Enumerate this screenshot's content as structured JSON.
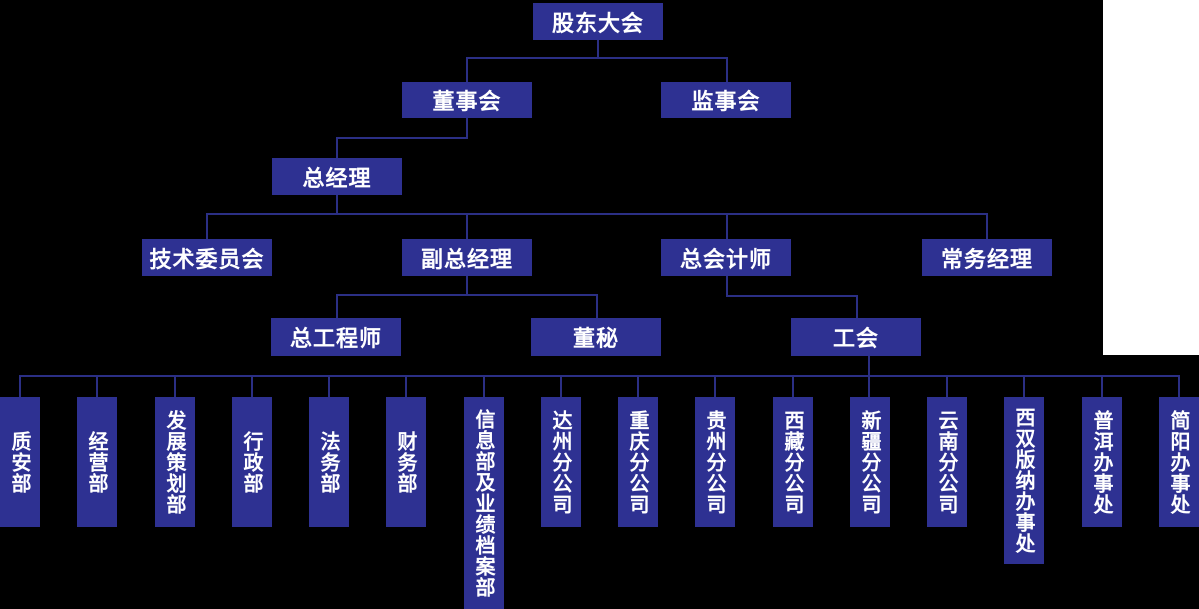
{
  "colors": {
    "background": "#000000",
    "box_fill": "#2e3192",
    "line": "#2b2f85",
    "text": "#ffffff",
    "blank_area": "#ffffff"
  },
  "nodes": {
    "shareholders_meeting": {
      "label": "股东大会"
    },
    "board_of_directors": {
      "label": "董事会"
    },
    "supervisory_board": {
      "label": "监事会"
    },
    "general_manager": {
      "label": "总经理"
    },
    "technical_committee": {
      "label": "技术委员会"
    },
    "deputy_general_manager": {
      "label": "副总经理"
    },
    "chief_accountant": {
      "label": "总会计师"
    },
    "executive_manager": {
      "label": "常务经理"
    },
    "chief_engineer": {
      "label": "总工程师"
    },
    "board_secretary": {
      "label": "董秘"
    },
    "labor_union": {
      "label": "工会"
    }
  },
  "departments": [
    {
      "label": "质安部"
    },
    {
      "label": "经营部"
    },
    {
      "label": "发展策划部"
    },
    {
      "label": "行政部"
    },
    {
      "label": "法务部"
    },
    {
      "label": "财务部"
    },
    {
      "label": "信息部及业绩档案部"
    },
    {
      "label": "达州分公司"
    },
    {
      "label": "重庆分公司"
    },
    {
      "label": "贵州分公司"
    },
    {
      "label": "西藏分公司"
    },
    {
      "label": "新疆分公司"
    },
    {
      "label": "云南分公司"
    },
    {
      "label": "西双版纳办事处"
    },
    {
      "label": "普洱办事处"
    },
    {
      "label": "简阳办事处"
    }
  ],
  "hierarchy": [
    {
      "from": "股东大会",
      "to": [
        "董事会",
        "监事会"
      ]
    },
    {
      "from": "董事会",
      "to": [
        "总经理"
      ]
    },
    {
      "from": "总经理",
      "to": [
        "技术委员会",
        "副总经理",
        "总会计师",
        "常务经理"
      ]
    },
    {
      "from": "副总经理",
      "to": [
        "总工程师",
        "董秘"
      ]
    },
    {
      "from": "总会计师",
      "to": [
        "工会"
      ]
    },
    {
      "from": "工会",
      "to": [
        "质安部",
        "经营部",
        "发展策划部",
        "行政部",
        "法务部",
        "财务部",
        "信息部及业绩档案部",
        "达州分公司",
        "重庆分公司",
        "贵州分公司",
        "西藏分公司",
        "新疆分公司",
        "云南分公司",
        "西双版纳办事处",
        "普洱办事处",
        "简阳办事处"
      ]
    }
  ]
}
